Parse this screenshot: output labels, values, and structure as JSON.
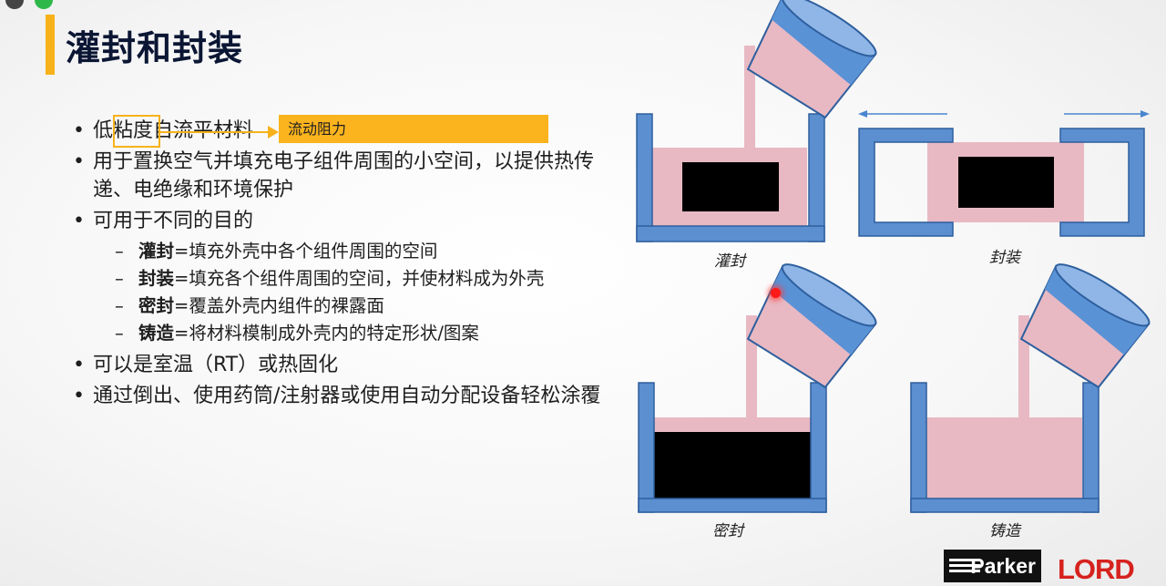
{
  "slide": {
    "title": "灌封和封装",
    "callout": "流动阻力",
    "bullets": [
      "低粘度自流平材料",
      "用于置换空气并填充电子组件周围的小空间，以提供热传递、电绝缘和环境保护",
      "可用于不同的目的",
      "可以是室温（RT）或热固化",
      "通过倒出、使用药筒/注射器或使用自动分配设备轻松涂覆"
    ],
    "sub_items": [
      {
        "term": "灌封",
        "desc": "=填充外壳中各个组件周围的空间"
      },
      {
        "term": "封装",
        "desc": "=填充各个组件周围的空间，并使材料成为外壳"
      },
      {
        "term": "密封",
        "desc": "=覆盖外壳内组件的裸露面"
      },
      {
        "term": "铸造",
        "desc": "=将材料模制成外壳内的特定形状/图案"
      }
    ],
    "dash": "–"
  },
  "diagram": {
    "labels": {
      "potting": "灌封",
      "encapsulation": "封装",
      "sealing": "密封",
      "casting": "铸造"
    },
    "colors": {
      "housing": "#5b8fd0",
      "housing_border": "#2e5f9e",
      "resin": "#e8b9c3",
      "component": "#000000",
      "cup_blue": "#5a92d6"
    }
  },
  "logos": {
    "parker": "Parker",
    "lord": "LORD"
  }
}
